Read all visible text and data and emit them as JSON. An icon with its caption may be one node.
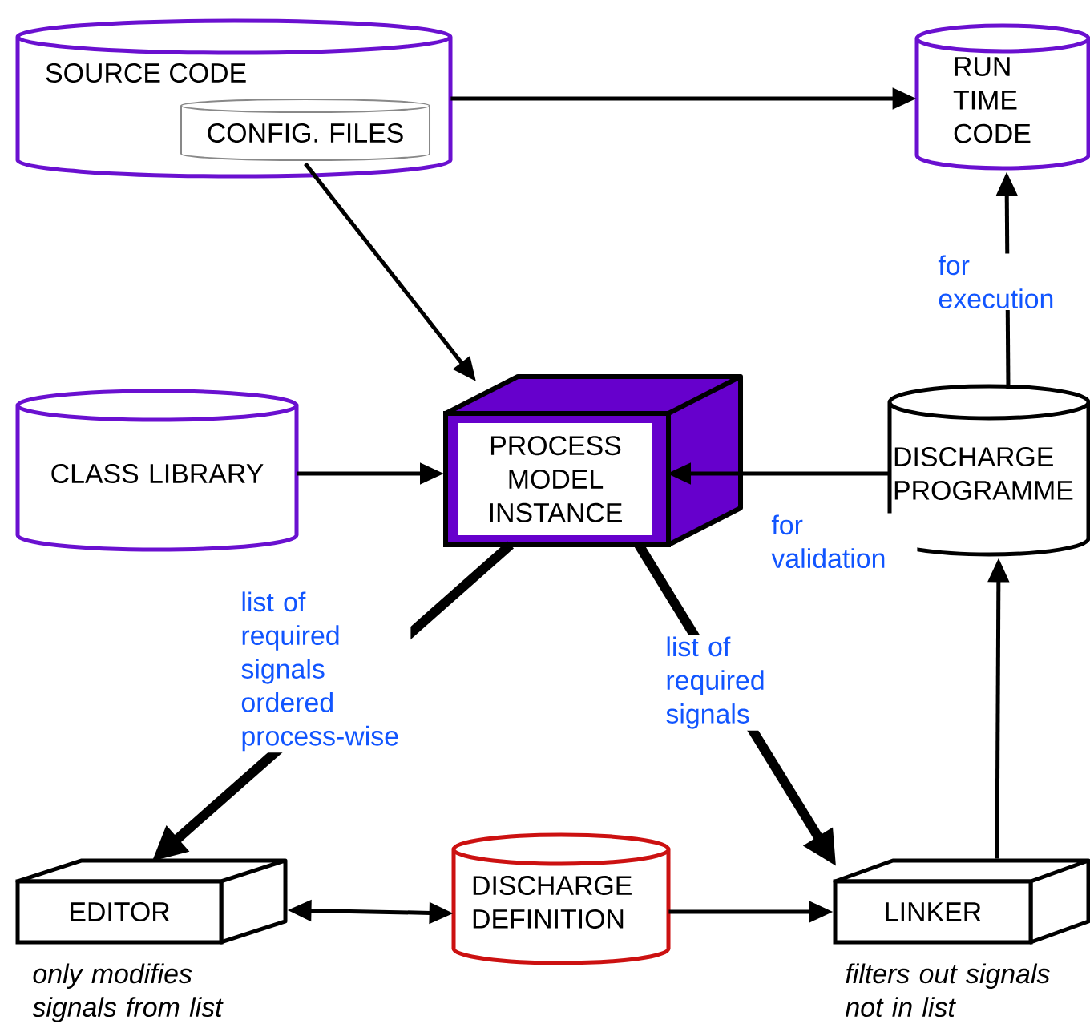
{
  "diagram": {
    "nodes": [
      {
        "text": [
          "SOURCE CODE"
        ]
      },
      {
        "text": [
          "CONFIG. FILES"
        ],
        "in": 0
      },
      {
        "text": [
          "RUN TIME CODE"
        ]
      },
      {
        "text": [
          "CLASS LIBRARY"
        ]
      },
      {
        "text": [
          "PROCESS MODEL INSTANCE"
        ]
      },
      {
        "text": [
          "DISCHARGE PROGRAMME"
        ]
      },
      {
        "text": [
          "EDITOR"
        ],
        "beside": [
          "only modifies signals from list"
        ]
      },
      {
        "text": [
          "DISCHARGE DEFINITION"
        ]
      },
      {
        "text": [
          "LINKER"
        ],
        "beside": [
          "filters out signals not in list"
        ]
      }
    ],
    "edges": [
      {
        "from": 0,
        "to": 2,
        "arrow": "to"
      },
      {
        "from": 1,
        "to": 4,
        "arrow": "to"
      },
      {
        "from": 3,
        "to": 4,
        "arrow": "to"
      },
      {
        "from": 5,
        "to": 4,
        "arrow": "to",
        "label": "for validation"
      },
      {
        "from": 5,
        "to": 2,
        "arrow": "to",
        "label": "for execution"
      },
      {
        "from": 4,
        "to": 6,
        "arrow": "to",
        "label": "list of required signals ordered process-wise",
        "style": "thick"
      },
      {
        "from": 4,
        "to": 8,
        "arrow": "to",
        "label": "list of required signals",
        "style": "thick"
      },
      {
        "from": 6,
        "to": 7,
        "arrow": "both"
      },
      {
        "from": 7,
        "to": 8,
        "arrow": "to"
      },
      {
        "from": 8,
        "to": 5,
        "arrow": "to"
      }
    ]
  }
}
